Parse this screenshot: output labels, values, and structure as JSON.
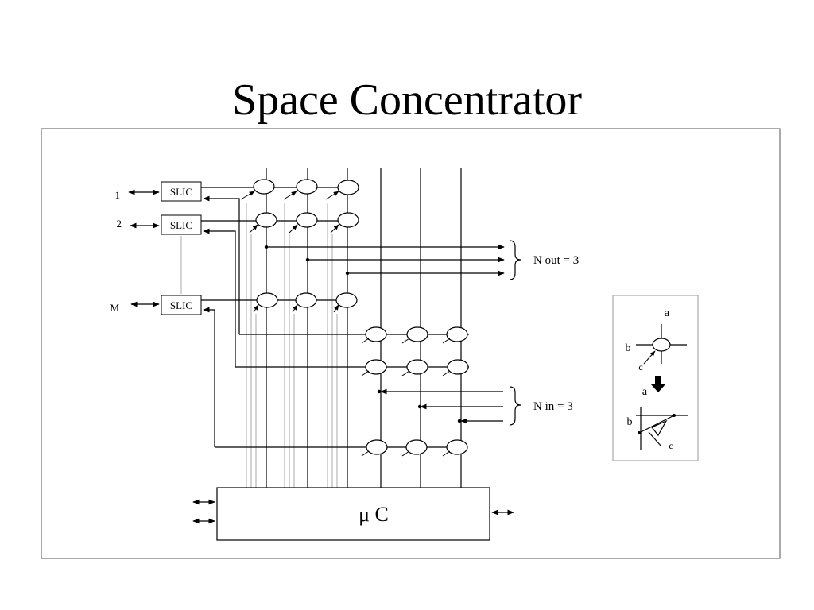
{
  "title": "Space Concentrator",
  "lines": {
    "line1": "1",
    "line2": "2",
    "lineM": "M"
  },
  "slic": [
    "SLIC",
    "SLIC",
    "SLIC"
  ],
  "outputs_label": "N out = 3",
  "inputs_label": "N in = 3",
  "controller_label": "μ C",
  "legend": {
    "a_top": "a",
    "b_top": "b",
    "c_top": "c",
    "a_bottom": "a",
    "b_bottom": "b",
    "c_bottom": "c"
  }
}
